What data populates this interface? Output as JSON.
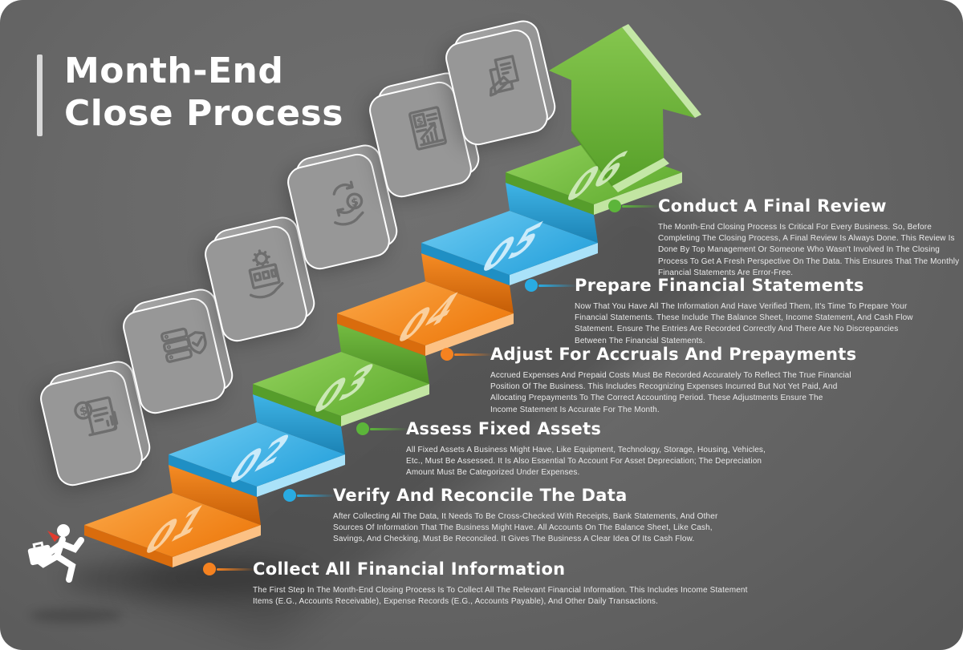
{
  "title": {
    "line1": "Month-End",
    "line2": "Close Process"
  },
  "colors": {
    "background": "#676767",
    "orange": "#f58220",
    "blue": "#29abe2",
    "green": "#5cb53a",
    "card_gray": "#9a9a9a",
    "title_bar": "#d8d8d8"
  },
  "steps": [
    {
      "number": "01",
      "color": "#f58220",
      "heading": "Collect All Financial Information",
      "body": "The First Step In The Month-End Closing Process Is To Collect All The Relevant Financial Information. This Includes Income Statement Items (E.G., Accounts Receivable), Expense Records (E.G., Accounts Payable), And Other Daily Transactions."
    },
    {
      "number": "02",
      "color": "#29abe2",
      "heading": "Verify And Reconcile The Data",
      "body": "After Collecting All The Data, It Needs To Be Cross-Checked With Receipts, Bank Statements, And Other Sources Of Information That The Business Might Have. All Accounts On The Balance Sheet, Like Cash, Savings, And Checking, Must Be Reconciled. It Gives The Business A Clear Idea Of Its Cash Flow."
    },
    {
      "number": "03",
      "color": "#5cb53a",
      "heading": "Assess Fixed Assets",
      "body": "All Fixed Assets A Business Might Have, Like Equipment, Technology, Storage, Housing, Vehicles, Etc., Must Be Assessed. It Is Also Essential To Account For Asset Depreciation; The Depreciation Amount Must Be Categorized Under Expenses."
    },
    {
      "number": "04",
      "color": "#f58220",
      "heading": "Adjust For Accruals And Prepayments",
      "body": "Accrued Expenses And Prepaid Costs Must Be Recorded Accurately To Reflect The True Financial Position Of The Business. This Includes Recognizing Expenses Incurred But Not Yet Paid, And Allocating Prepayments To The Correct Accounting Period. These Adjustments Ensure The Income Statement Is Accurate For The Month."
    },
    {
      "number": "05",
      "color": "#29abe2",
      "heading": "Prepare Financial Statements",
      "body": "Now That You Have All The Information And Have Verified Them, It's Time To Prepare Your Financial Statements. These Include The Balance Sheet, Income Statement, And Cash Flow Statement. Ensure The Entries Are Recorded Correctly And There Are No Discrepancies Between The Financial Statements."
    },
    {
      "number": "06",
      "color": "#5cb53a",
      "heading": "Conduct A Final Review",
      "body": "The Month-End Closing Process Is Critical For Every Business. So, Before Completing The Closing Process, A Final Review Is Always Done. This Review Is Done By Top Management Or Someone Who Wasn't Involved In The Closing Process To Get A Fresh Perspective On The Data. This Ensures That The Monthly Financial Statements Are Error-Free."
    }
  ],
  "icons": [
    "invoice-dollar-icon",
    "database-shield-icon",
    "building-gear-hand-icon",
    "money-exchange-hands-icon",
    "financial-report-chart-icon",
    "documents-pencil-icon"
  ]
}
